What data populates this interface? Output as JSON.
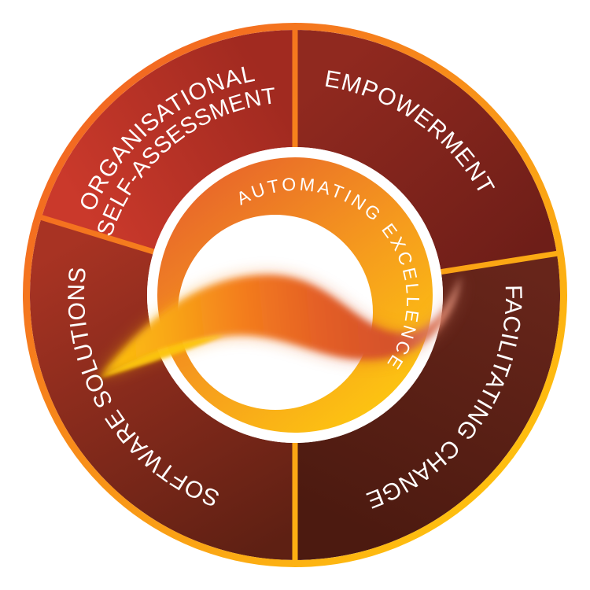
{
  "diagram": {
    "title": "Automating Excellence wheel",
    "center_label": "AUTOMATING EXCELLENCE",
    "segments": [
      {
        "label": "ORGANISATIONAL SELF-ASSESSMENT",
        "line1": "ORGANISATIONAL",
        "line2": "SELF-ASSESSMENT",
        "color_start": "#ca392b",
        "color_end": "#a12a20"
      },
      {
        "label": "EMPOWERMENT",
        "color_start": "#90291f",
        "color_end": "#6e1e18"
      },
      {
        "label": "FACILITATING CHANGE",
        "color_start": "#67251a",
        "color_end": "#4c1a10"
      },
      {
        "label": "SOFTWARE SOLUTIONS",
        "color_start": "#a83323",
        "color_end": "#5e2013"
      }
    ],
    "colors": {
      "border_start": "#f26522",
      "border_end": "#ffc30e",
      "white_ring": "#ffffff",
      "inner_circle": "#ffffff",
      "donut_start": "#e8662a",
      "donut_mid": "#f69d1d",
      "donut_end": "#fdc511",
      "label_text": "#ffffff",
      "swoosh_yellow": "#fdc60c",
      "swoosh_amber": "#f9a716",
      "swoosh_orange": "#f37b1e",
      "swoosh_deep_orange": "#e35e26",
      "swoosh_red": "#d5512b",
      "swoosh_pink_tip": "#e09a86"
    }
  }
}
